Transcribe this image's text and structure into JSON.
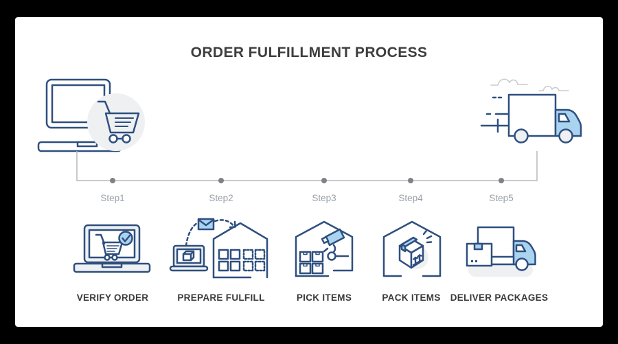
{
  "title": "ORDER FULFILLMENT PROCESS",
  "colors": {
    "background": "#000000",
    "panel": "#ffffff",
    "outline_blue": "#2e4f7f",
    "light_blue": "#aad3f0",
    "light_gray": "#eef0f2",
    "timeline_line": "#b5b8bc",
    "timeline_dot": "#7e8286",
    "step_text": "#9aa0a8",
    "label_text": "#3a3a3a",
    "cloud_gray": "#c9ccd0"
  },
  "illustrations": {
    "top_left": "laptop-with-shopping-cart",
    "top_right": "speeding-delivery-truck-with-clouds"
  },
  "steps": [
    {
      "step_label": "Step1",
      "title": "VERIFY ORDER",
      "icon": "laptop-cart-check-icon"
    },
    {
      "step_label": "Step2",
      "title": "PREPARE FULFILL",
      "icon": "laptop-envelope-warehouse-icon"
    },
    {
      "step_label": "Step3",
      "title": "PICK ITEMS",
      "icon": "warehouse-robot-arm-icon"
    },
    {
      "step_label": "Step4",
      "title": "PACK ITEMS",
      "icon": "warehouse-packed-box-icon"
    },
    {
      "step_label": "Step5",
      "title": "DELIVER PACKAGES",
      "icon": "truck-with-packages-icon"
    }
  ]
}
